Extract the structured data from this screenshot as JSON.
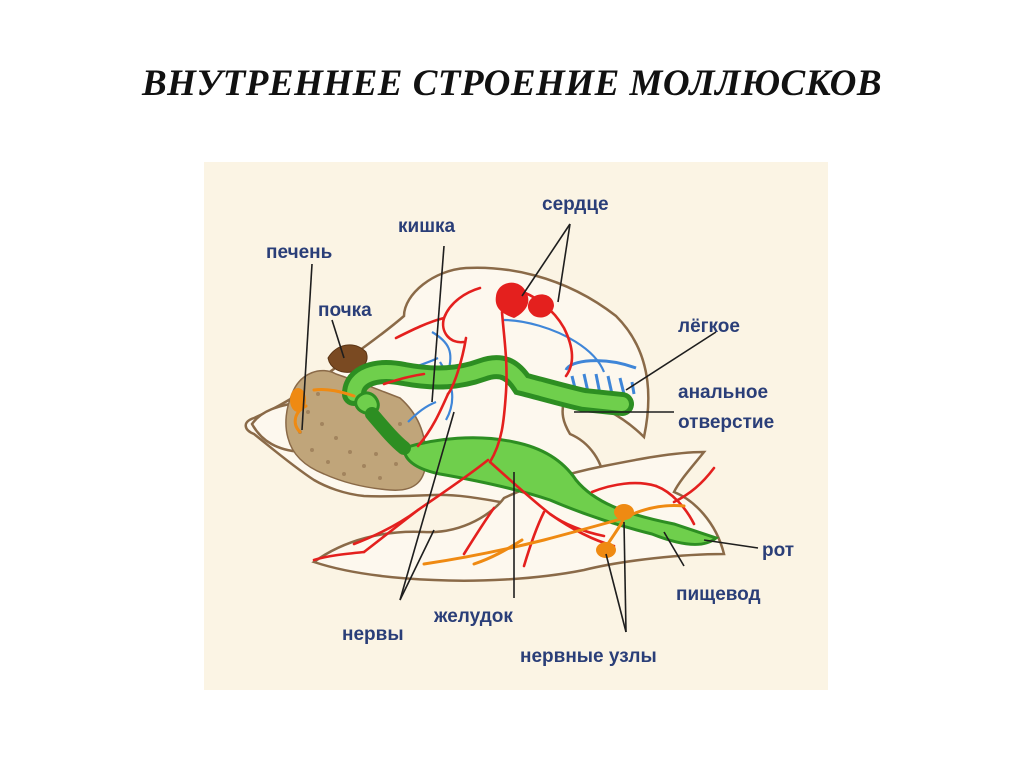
{
  "slide": {
    "title": "ВНУТРЕННЕЕ СТРОЕНИЕ МОЛЛЮСКОВ"
  },
  "diagram": {
    "background_color": "#fbf4e4",
    "outline_color": "#8a6a48",
    "colors": {
      "circulatory": "#e4201e",
      "digestive": "#3aa62c",
      "nerves": "#ef8a12",
      "lung": "#3f86d8",
      "liver": "#c0a57a",
      "kidney": "#7a4a22",
      "label_text": "#2a3e78"
    },
    "labels": {
      "liver": "печень",
      "kidney": "почка",
      "intestine": "кишка",
      "heart": "сердце",
      "lung": "лёгкое",
      "anus_line1": "анальное",
      "anus_line2": "отверстие",
      "mouth": "рот",
      "esophagus": "пищевод",
      "nerves": "нервы",
      "stomach": "желудок",
      "ganglia": "нервные узлы"
    }
  }
}
